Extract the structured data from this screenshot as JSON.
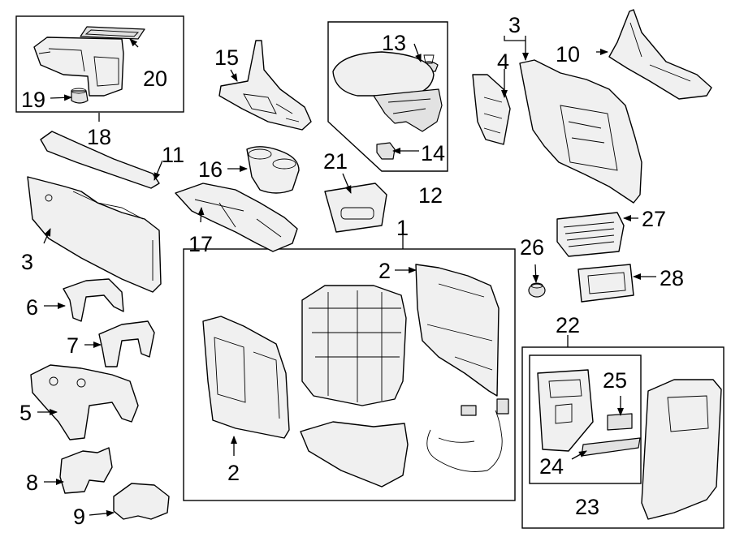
{
  "callouts": {
    "c1": "1",
    "c2a": "2",
    "c2b": "2",
    "c3a": "3",
    "c3b": "3",
    "c4": "4",
    "c5": "5",
    "c6": "6",
    "c7": "7",
    "c8": "8",
    "c9": "9",
    "c10": "10",
    "c11": "11",
    "c12": "12",
    "c13": "13",
    "c14": "14",
    "c15": "15",
    "c16": "16",
    "c17": "17",
    "c18": "18",
    "c19": "19",
    "c20": "20",
    "c21": "21",
    "c22": "22",
    "c23": "23",
    "c24": "24",
    "c25": "25",
    "c26": "26",
    "c27": "27",
    "c28": "28"
  }
}
